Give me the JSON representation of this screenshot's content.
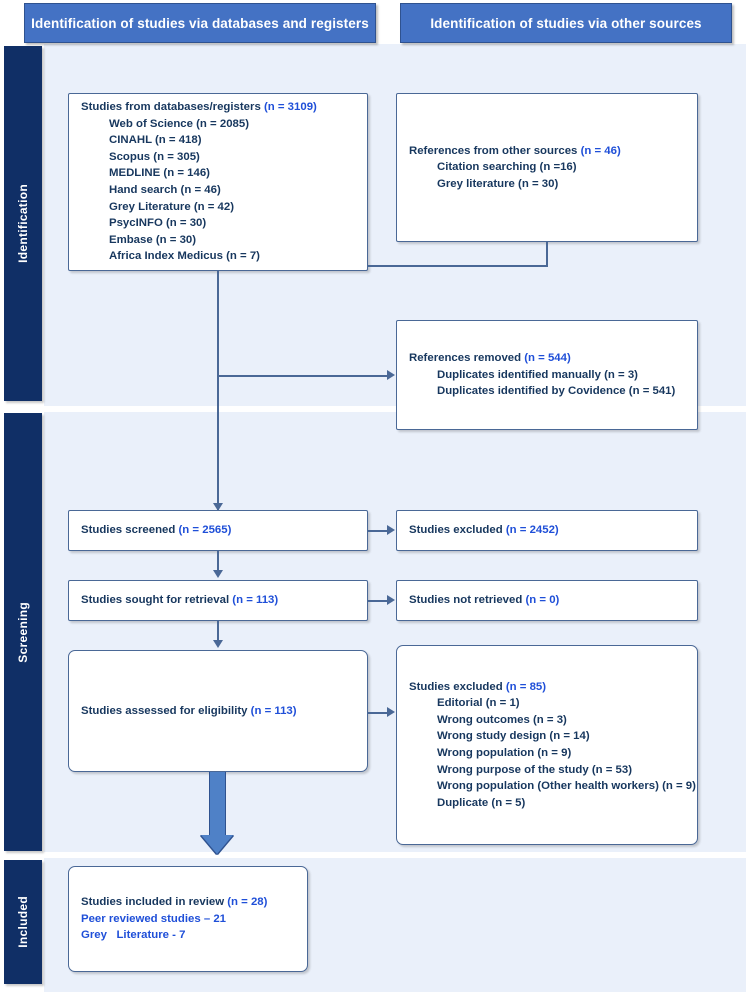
{
  "diagram": {
    "title": "PRISMA 2020 flow diagram",
    "colors": {
      "header_bar": "#4472C4",
      "stage_band": "#102F66",
      "canvas": "#EAF0FA",
      "box_border": "#4A6896",
      "label_text": "#17375E",
      "count_text": "#1F4FD8",
      "block_arrow": "#4F81C7"
    }
  },
  "headers": [
    {
      "label": "Identification of studies via databases and registers"
    },
    {
      "label": "Identification of studies via other sources"
    }
  ],
  "stages": [
    {
      "label": "Identification"
    },
    {
      "label": "Screening"
    },
    {
      "label": "Included"
    }
  ],
  "boxes": {
    "databases": {
      "title": "Studies from databases/registers ",
      "title_n": "(n = 3109)",
      "items": [
        "Web of Science (n = 2085)",
        "CINAHL (n = 418)",
        "Scopus (n = 305)",
        "MEDLINE (n = 146)",
        "Hand search (n = 46)",
        "Grey Literature (n = 42)",
        "PsycINFO (n = 30)",
        "Embase (n = 30)",
        "Africa Index Medicus (n = 7)"
      ]
    },
    "other_sources": {
      "title": "References from other sources ",
      "title_n": "(n = 46)",
      "items": [
        "Citation searching (n =16)",
        "Grey literature (n = 30)"
      ]
    },
    "references_removed": {
      "title": "References removed ",
      "title_n": "(n = 544)",
      "items": [
        "Duplicates identified manually (n = 3)",
        "Duplicates identified by Covidence (n = 541)"
      ]
    },
    "screened": {
      "title": "Studies screened ",
      "title_n": "(n = 2565)"
    },
    "excluded_screened": {
      "title": "Studies excluded ",
      "title_n": "(n = 2452)"
    },
    "sought": {
      "title": "Studies sought for retrieval ",
      "title_n": "(n = 113)"
    },
    "not_retrieved": {
      "title": "Studies not retrieved ",
      "title_n": "(n = 0)"
    },
    "eligibility": {
      "title": "Studies assessed for eligibility ",
      "title_n": "(n = 113)"
    },
    "excluded_eligibility": {
      "title": "Studies excluded ",
      "title_n": "(n = 85)",
      "items": [
        "Editorial (n = 1)",
        "Wrong outcomes (n = 3)",
        "Wrong study design (n = 14)",
        "Wrong population (n = 9)",
        "Wrong purpose of the study (n = 53)",
        "Wrong population (Other health workers) (n = 9)",
        "Duplicate (n = 5)"
      ]
    },
    "included": {
      "title": "Studies included in review ",
      "title_n": "(n = 28)",
      "lines": [
        "Peer reviewed studies – 21",
        "Grey   Literature - 7"
      ]
    }
  }
}
